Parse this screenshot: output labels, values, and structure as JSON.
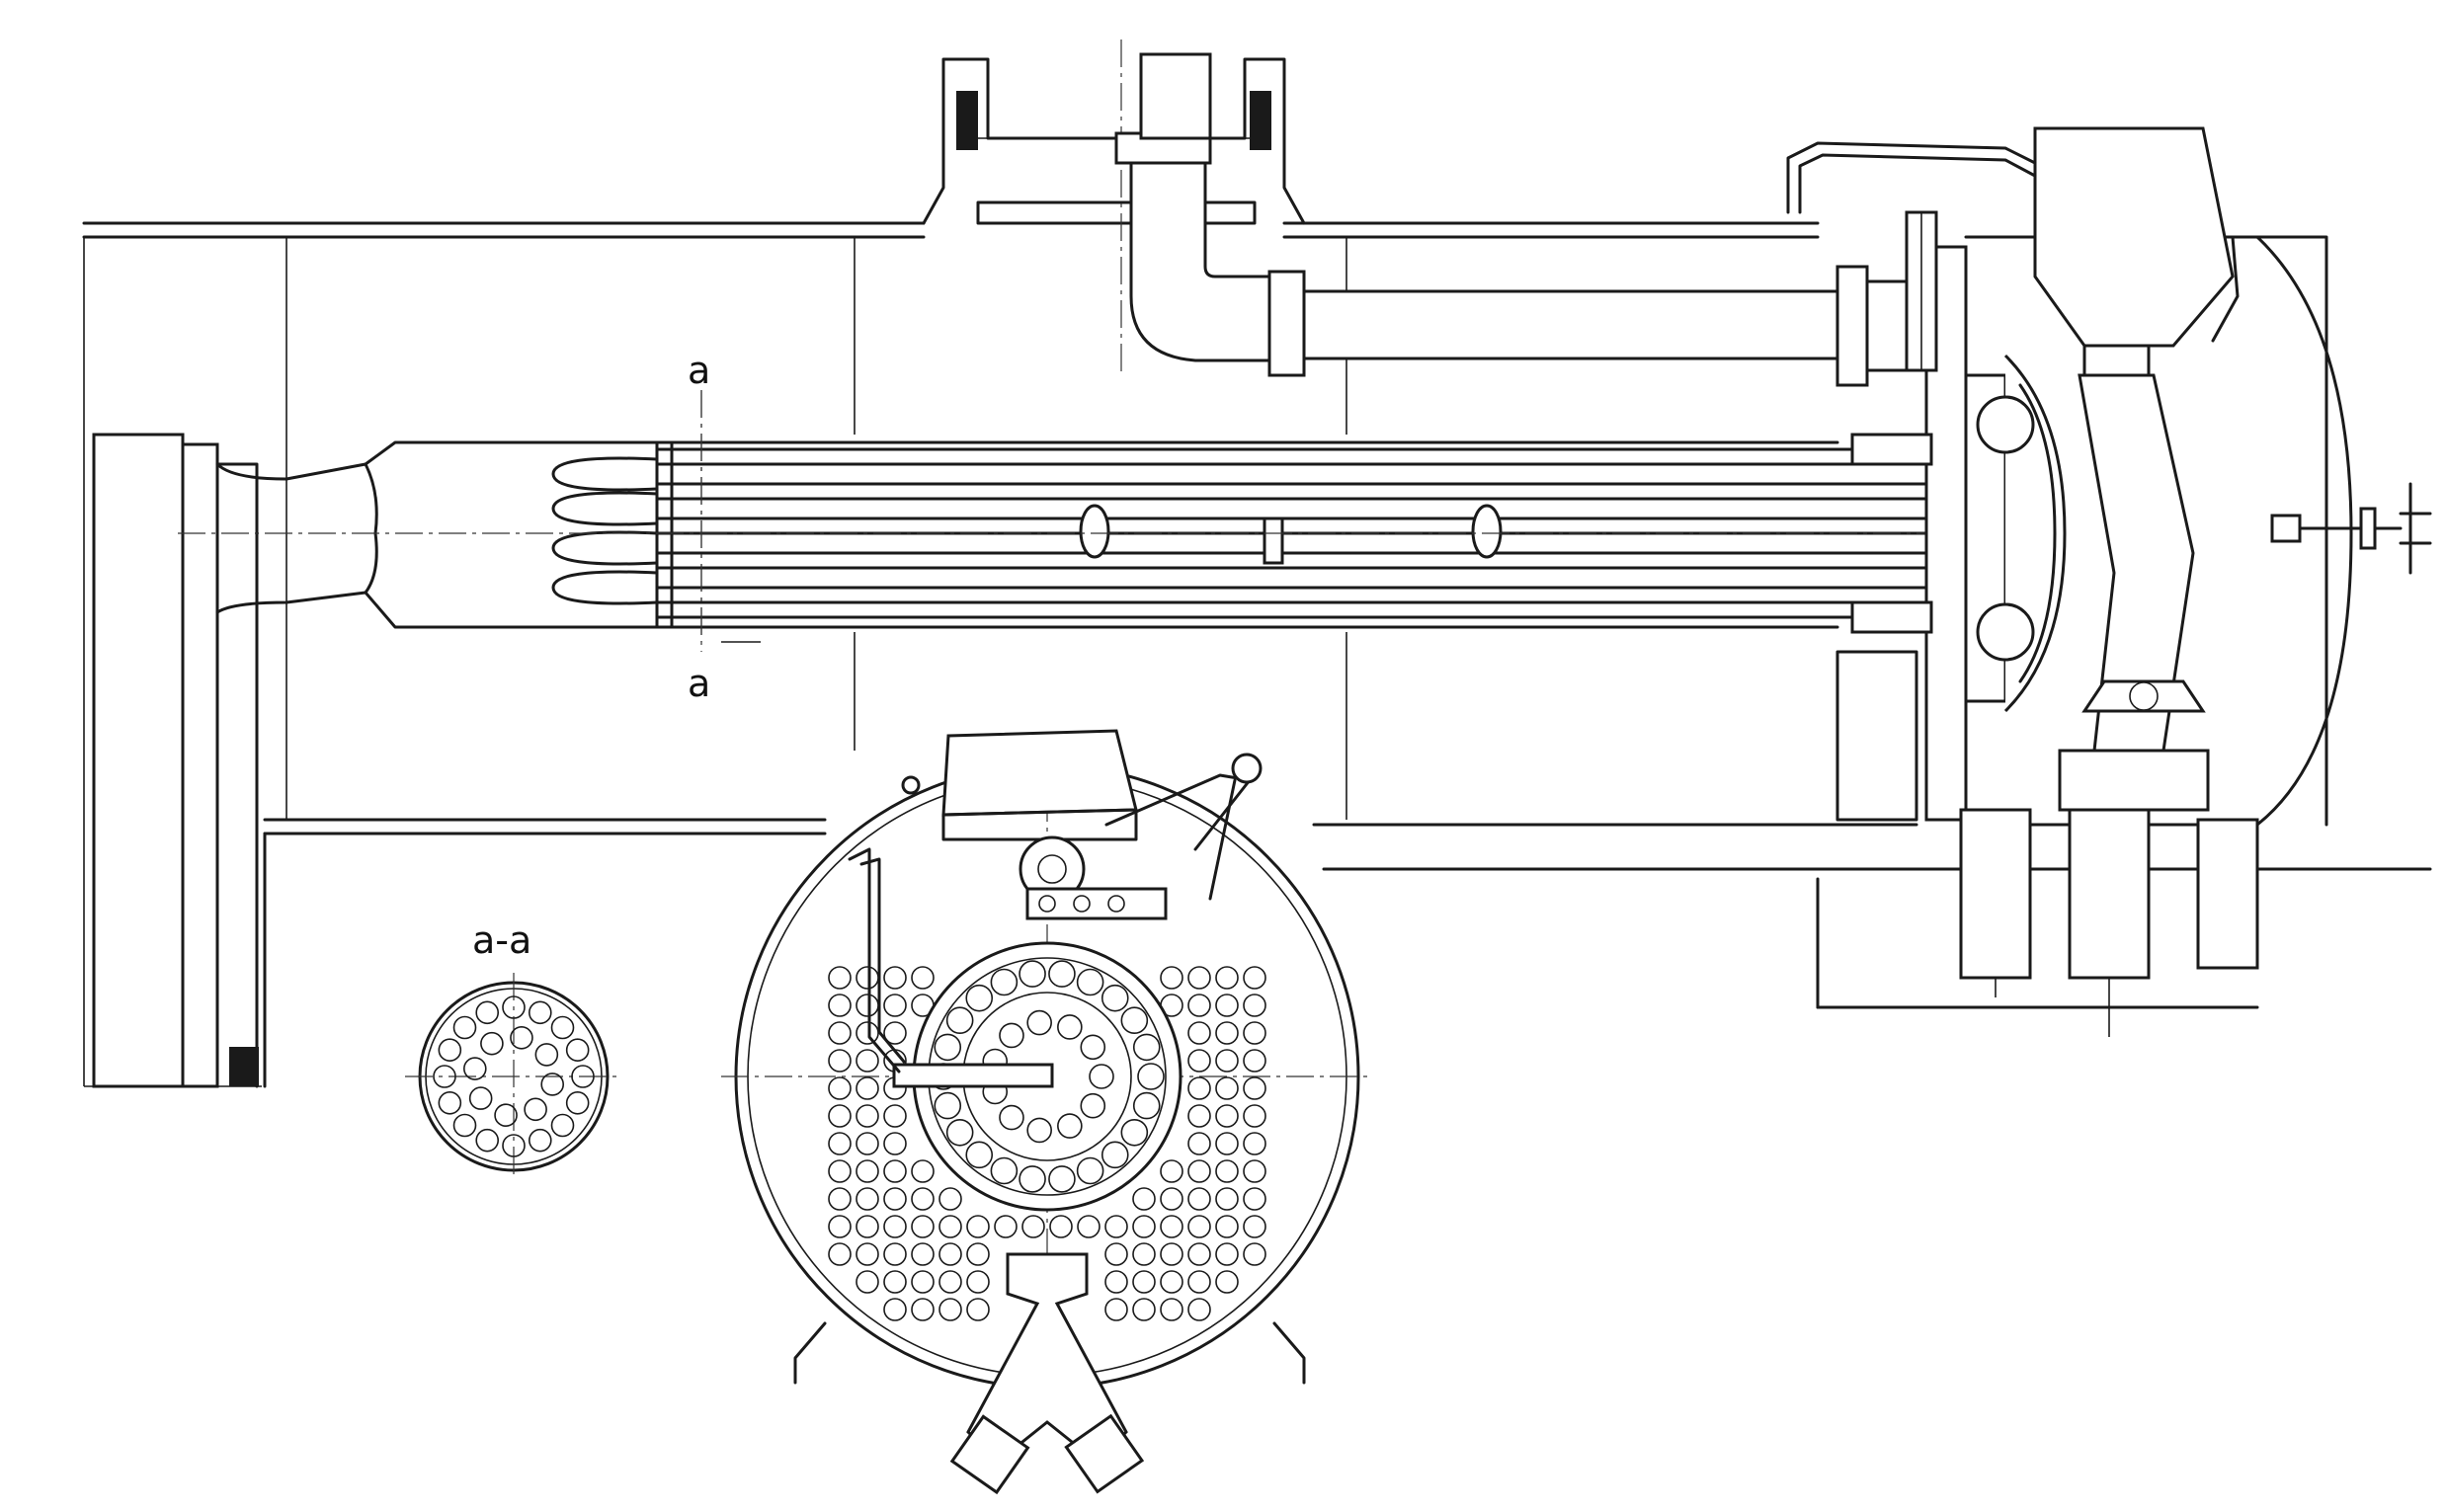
{
  "labels": {
    "section_top": "a",
    "section_bottom": "a",
    "section_view": "a-a"
  },
  "colors": {
    "ink": "#1a1a1a",
    "paper": "#ffffff"
  }
}
